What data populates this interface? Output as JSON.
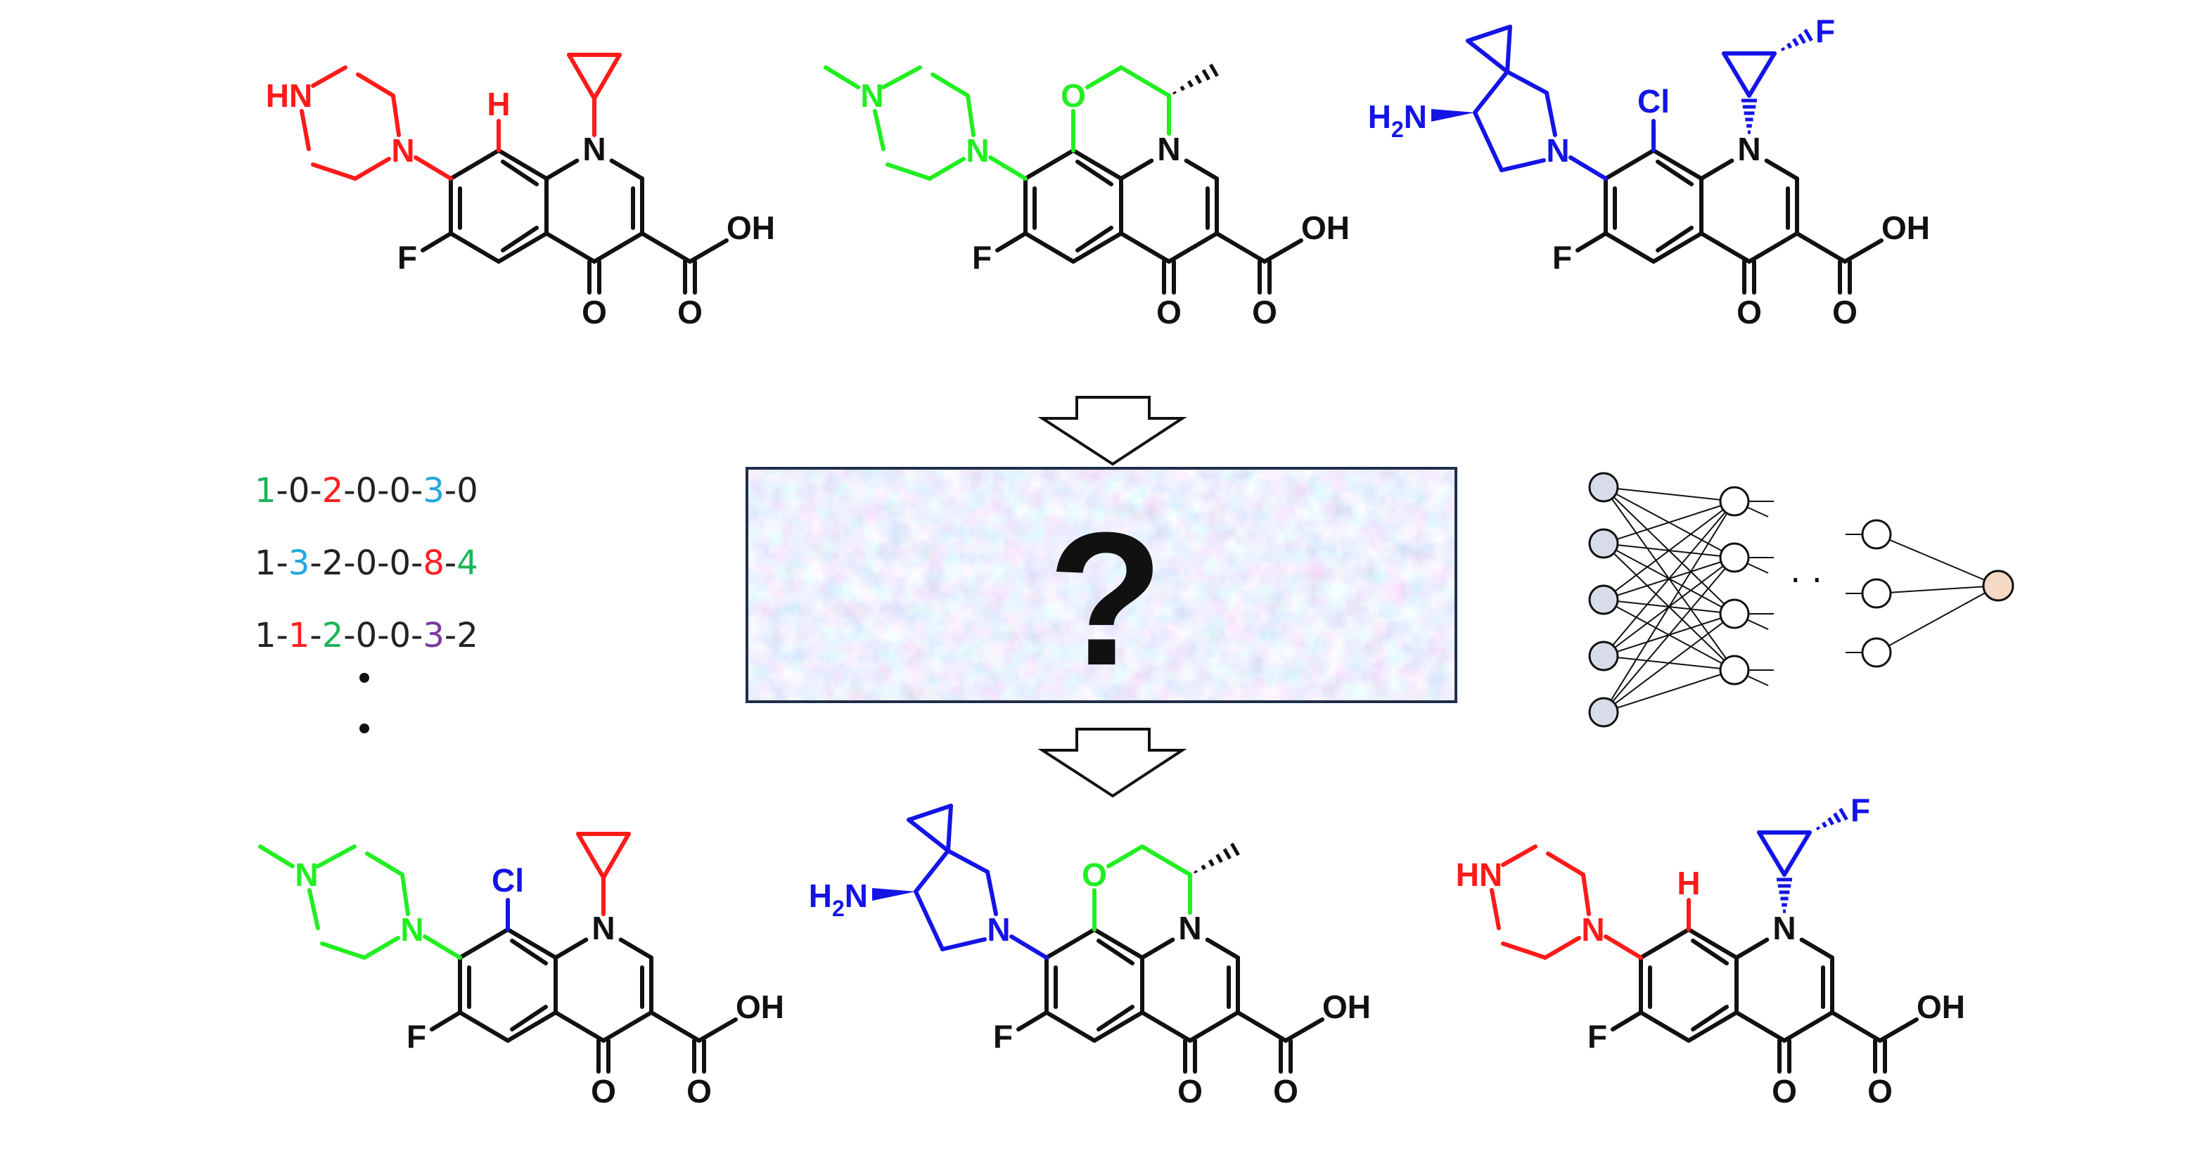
{
  "colors": {
    "black": "#111111",
    "red": "#ff1a1a",
    "green": "#22ee22",
    "blue": "#1414e6",
    "code_green": "#1eb45a",
    "code_red": "#ff2020",
    "code_cyan": "#22a8e0",
    "code_purple": "#7a3aa0",
    "box_border": "#1f2f4a",
    "node_fill": "#d8dcea",
    "output_node_fill": "#f6d9c4"
  },
  "labels": {
    "nh": "HN",
    "n": "N",
    "h": "H",
    "f": "F",
    "o": "O",
    "oh": "OH",
    "cl": "Cl",
    "h2n": "H2N",
    "question": "?",
    "ellipsis": "· ·"
  },
  "codes": [
    {
      "parts": [
        {
          "t": "1",
          "c": "green"
        },
        {
          "t": "-0-",
          "c": "black"
        },
        {
          "t": "2",
          "c": "red"
        },
        {
          "t": "-0-0-",
          "c": "black"
        },
        {
          "t": "3",
          "c": "cyan"
        },
        {
          "t": "-0",
          "c": "black"
        }
      ]
    },
    {
      "parts": [
        {
          "t": "1-",
          "c": "black"
        },
        {
          "t": "3",
          "c": "cyan"
        },
        {
          "t": "-2-0-0-",
          "c": "black"
        },
        {
          "t": "8",
          "c": "red"
        },
        {
          "t": "-",
          "c": "black"
        },
        {
          "t": "4",
          "c": "green"
        }
      ]
    },
    {
      "parts": [
        {
          "t": "1-",
          "c": "black"
        },
        {
          "t": "1",
          "c": "red"
        },
        {
          "t": "-",
          "c": "black"
        },
        {
          "t": "2",
          "c": "green"
        },
        {
          "t": "-0-0-",
          "c": "black"
        },
        {
          "t": "3",
          "c": "purple"
        },
        {
          "t": "-2",
          "c": "black"
        }
      ]
    }
  ],
  "molecules": [
    {
      "name": "molecule-ciprofloxacin",
      "c7": "red-piperazine",
      "c8": "red-H",
      "n1": "red-cyclopropyl",
      "core": "quinolone"
    },
    {
      "name": "molecule-levofloxacin",
      "c7": "green-methylpiperazine",
      "c8": "green-oxazine",
      "n1": "green-oxazine",
      "core": "quinolone"
    },
    {
      "name": "molecule-sitafloxacin",
      "c7": "blue-spiro-amine",
      "c8": "blue-Cl",
      "n1": "blue-fluorocyclopropyl",
      "core": "quinolone"
    },
    {
      "name": "molecule-generated-1",
      "c7": "green-methylpiperazine",
      "c8": "blue-Cl",
      "n1": "red-cyclopropyl",
      "core": "quinolone"
    },
    {
      "name": "molecule-generated-2",
      "c7": "blue-spiro-amine",
      "c8": "green-oxazine",
      "n1": "green-oxazine",
      "core": "quinolone"
    },
    {
      "name": "molecule-generated-3",
      "c7": "red-piperazine",
      "c8": "red-H",
      "n1": "blue-fluorocyclopropyl",
      "core": "quinolone"
    }
  ],
  "network": {
    "layer1_nodes": 5,
    "layer2_nodes": 4,
    "layer3_nodes": 3,
    "output_nodes": 1
  }
}
